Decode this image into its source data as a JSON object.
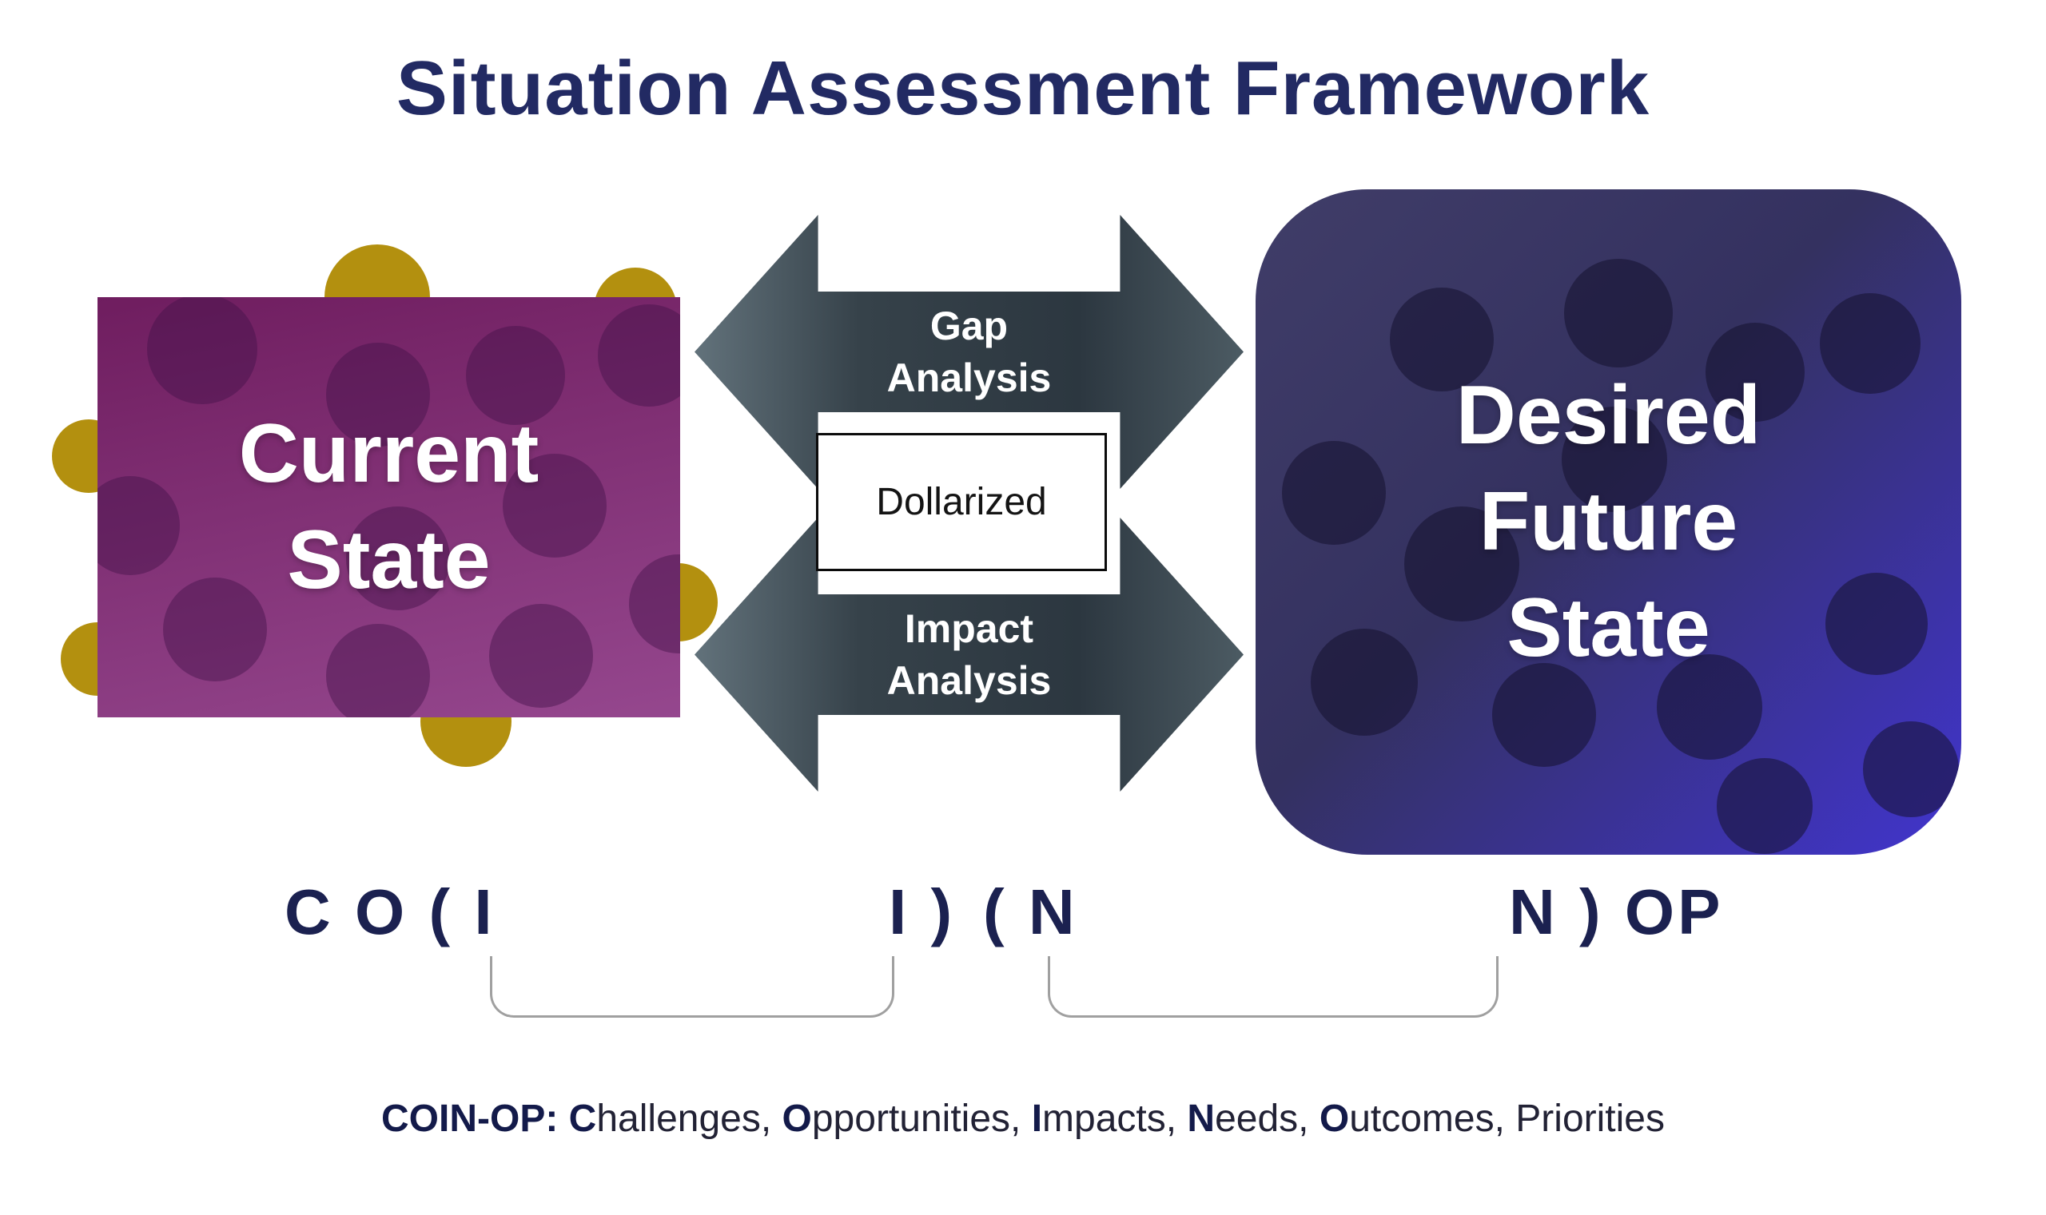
{
  "title": "Situation Assessment Framework",
  "boxes": {
    "current_state": "Current\nState",
    "desired_future_state": "Desired\nFuture\nState"
  },
  "arrows": {
    "gap_analysis": "Gap\nAnalysis",
    "impact_analysis": "Impact\nAnalysis",
    "dollarized": "Dollarized"
  },
  "acronym_row": {
    "left": "C O ( I",
    "inner_left": "I )",
    "inner_right": "( N",
    "right": "N ) OP"
  },
  "legend": {
    "segments": [
      {
        "text": "COIN-OP: ",
        "bold": true
      },
      {
        "text": "C",
        "bold": true
      },
      {
        "text": "hallenges, ",
        "bold": false
      },
      {
        "text": "O",
        "bold": true
      },
      {
        "text": "pportunities, ",
        "bold": false
      },
      {
        "text": "I",
        "bold": true
      },
      {
        "text": "mpacts, ",
        "bold": false
      },
      {
        "text": "N",
        "bold": true
      },
      {
        "text": "eeds, ",
        "bold": false
      },
      {
        "text": "O",
        "bold": true
      },
      {
        "text": "utcomes, ",
        "bold": false
      },
      {
        "text": "Priorities",
        "bold": false
      }
    ]
  },
  "colors": {
    "title": "#222a63",
    "acronym": "#1b2150",
    "gold_dot": "#b3900f",
    "current_gradient_start": "#6f1d5f",
    "current_gradient_end": "#95478e",
    "desired_gradient_start": "#403d68",
    "desired_gradient_mid": "#343160",
    "desired_gradient_end": "#4134ce",
    "arrow_gradient_light": "#62727b",
    "arrow_gradient_dark": "#2c3740",
    "arrow_text": "#ffffff",
    "box_text": "#ffffff",
    "dollarized_border": "#0b0b0b",
    "dollarized_text": "#141414",
    "bracket": "#a0a0a0",
    "legend_bold": "#131a4a",
    "legend_text": "#222235"
  }
}
